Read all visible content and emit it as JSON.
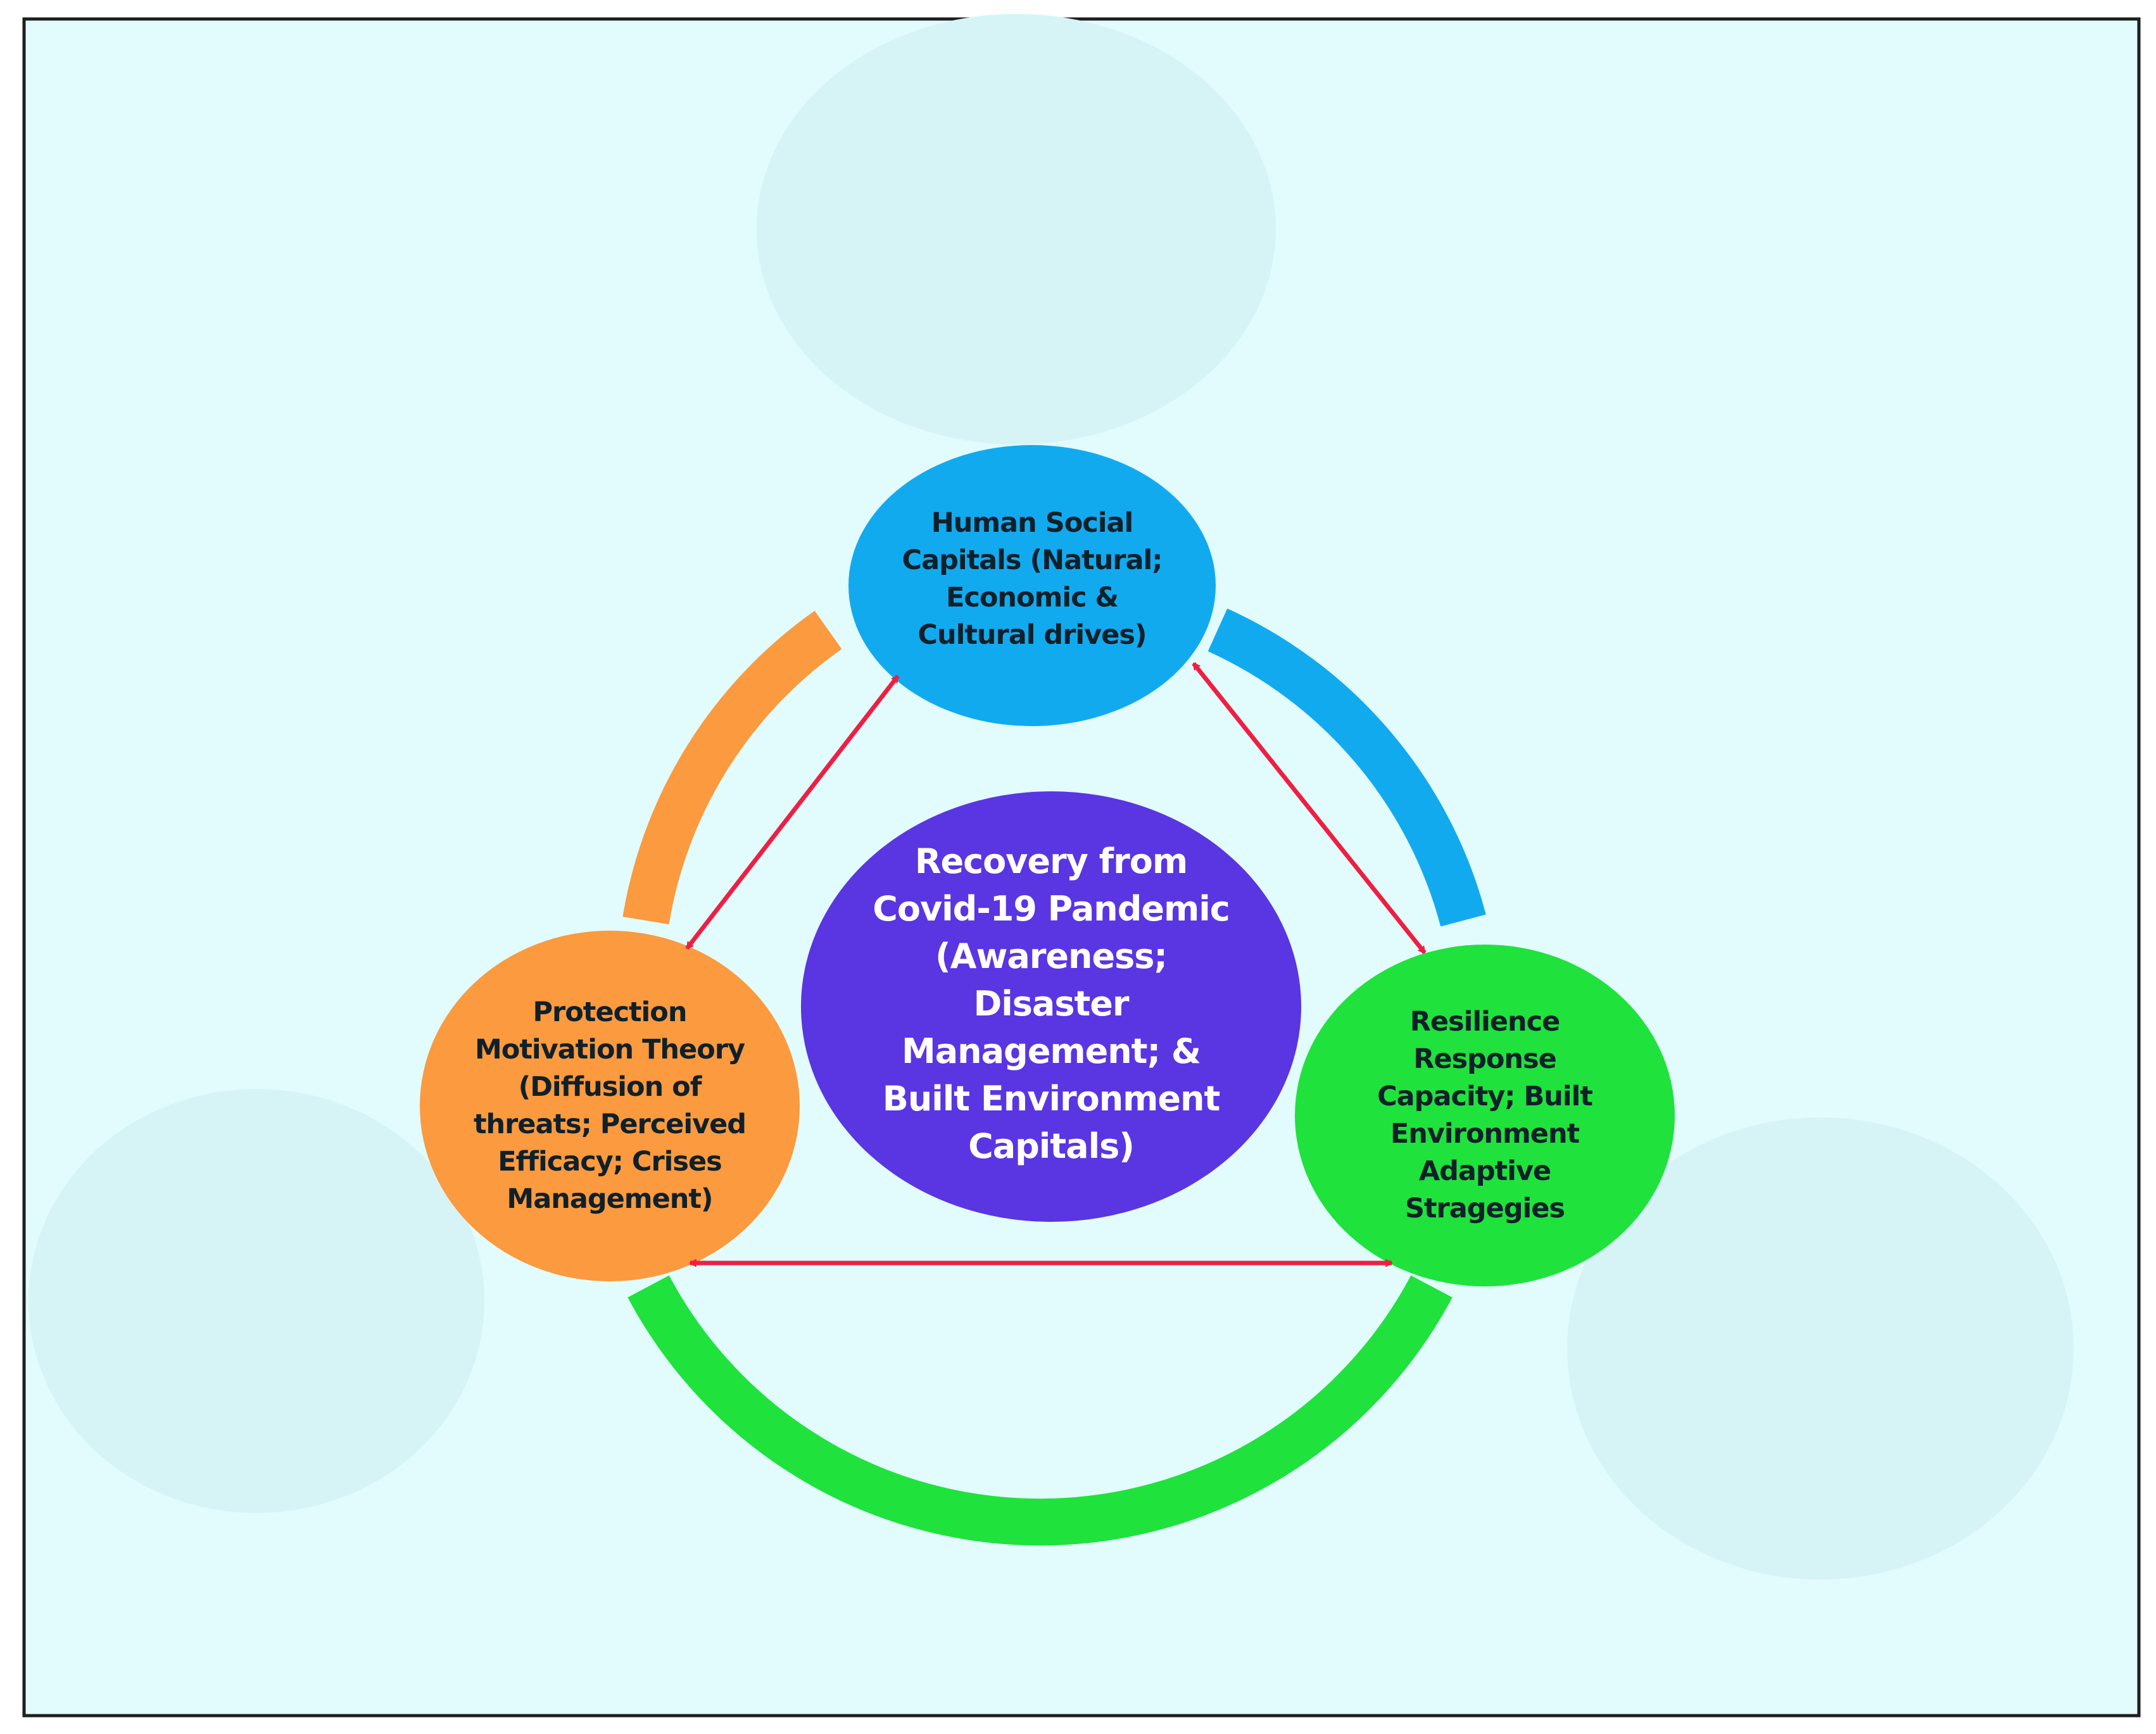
{
  "colors": {
    "background": "#e2fbfc",
    "frame": "#1e1e1e",
    "faint_ellipse": "#d6f4f6",
    "blue": "#12aaee",
    "orange": "#fb9a3e",
    "green": "#1fe23d",
    "purple": "#5a35e2",
    "arrow": "#ee1f43"
  },
  "nodes": {
    "top": {
      "lines": [
        "Human  Social",
        "Capitals (Natural;",
        "Economic &",
        "Cultural drives)"
      ]
    },
    "left": {
      "lines": [
        "Protection",
        "Motivation Theory",
        "(Diffusion of",
        "threats; Perceived",
        "Efficacy; Crises",
        "Management)"
      ]
    },
    "right": {
      "lines": [
        "Resilience",
        "Response",
        "Capacity; Built",
        "Environment",
        "Adaptive",
        "Stragegies"
      ]
    },
    "center": {
      "lines": [
        "Recovery from",
        "Covid-19 Pandemic",
        "(Awareness;",
        "Disaster",
        "Management; &",
        "Built Environment",
        "Capitals)"
      ]
    }
  },
  "arrows": [
    {
      "from": "top",
      "to": "left",
      "style": "double-headed"
    },
    {
      "from": "top",
      "to": "right",
      "style": "double-headed"
    },
    {
      "from": "left",
      "to": "right",
      "style": "double-headed"
    }
  ]
}
